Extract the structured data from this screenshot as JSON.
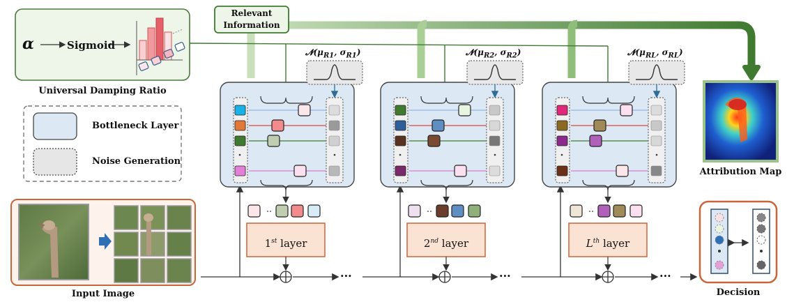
{
  "damping": {
    "alpha": "α",
    "sigmoid": "Sigmoid",
    "caption": "Universal Damping Ratio"
  },
  "relevant_info": {
    "line1": "Relevant",
    "line2": "Information"
  },
  "legend": {
    "bottleneck": "Bottleneck Layer",
    "noise": "Noise Generation"
  },
  "input_caption": "Input Image",
  "attribution_caption": "Attribution Map",
  "decision_caption": "Decision",
  "ellipsis": "···",
  "layers": [
    {
      "label": "1st layer",
      "base": "1",
      "sup": "st",
      "suffix": " layer",
      "gaussian": "𝓝(μR1, σR1)",
      "g_mu": "𝓝(μ",
      "g_sub1": "R1",
      "g_mid": ", σ",
      "g_sub2": "R1",
      "g_end": ")"
    },
    {
      "label": "2nd layer",
      "base": "2",
      "sup": "nd",
      "suffix": " layer",
      "gaussian": "𝓝(μR2, σR2)",
      "g_mu": "𝓝(μ",
      "g_sub1": "R2",
      "g_mid": ", σ",
      "g_sub2": "R2",
      "g_end": ")"
    },
    {
      "label": "Lth layer",
      "base": "L",
      "sup": "th",
      "suffix": " layer",
      "gaussian": "𝓝(μRL, σRL)",
      "g_mu": "𝓝(μ",
      "g_sub1": "RL",
      "g_mid": ", σ",
      "g_sub2": "RL",
      "g_end": ")"
    }
  ],
  "colors": {
    "bottleneck_fill": "#dce9f5",
    "noise_fill": "#e6e6e6",
    "damping_fill": "#eef5e9",
    "damping_border": "#4a7a3a",
    "input_border": "#c8663a",
    "layer_fill": "#fbe3d3",
    "flow_green": "#3f7a30",
    "thick_green": "#9cc48a"
  }
}
